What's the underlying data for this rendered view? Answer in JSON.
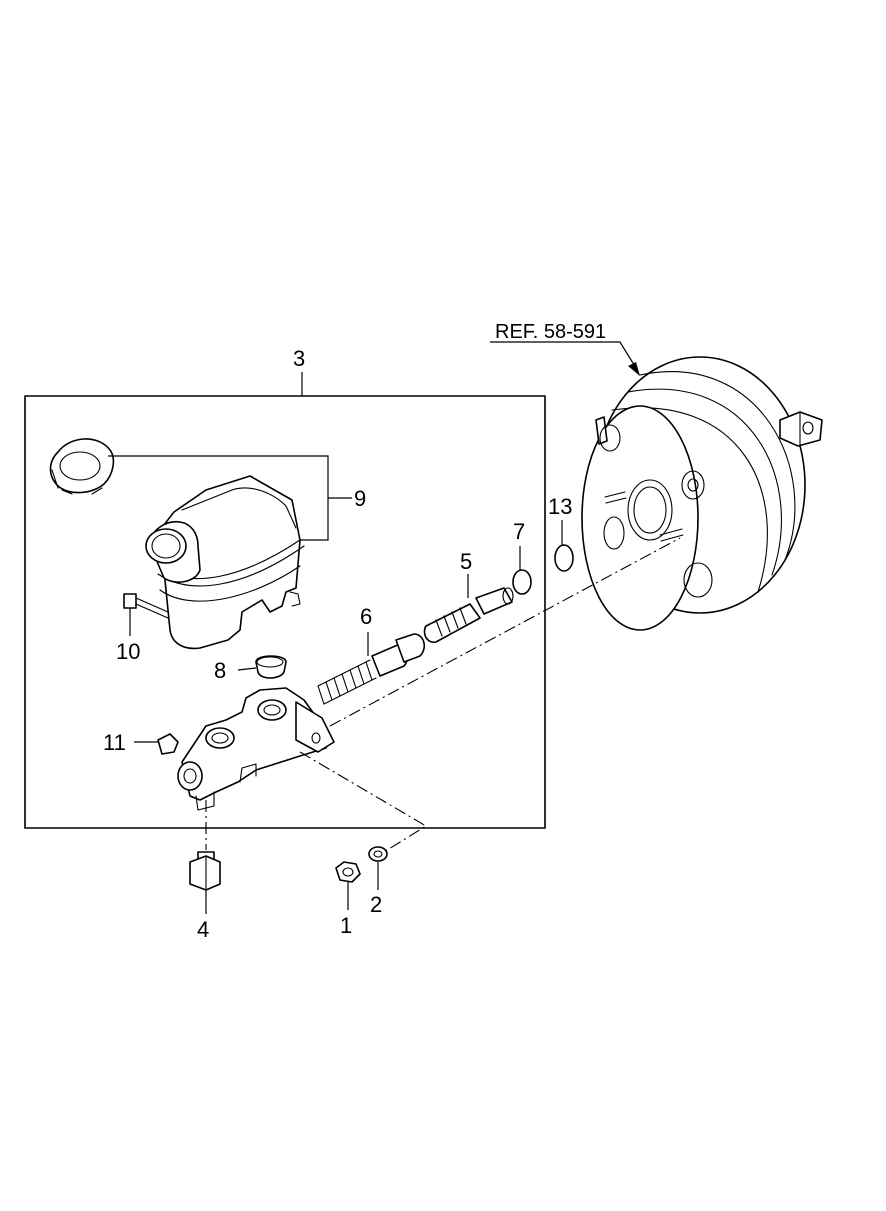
{
  "reference_label": "REF. 58-591",
  "callouts": {
    "c1": "1",
    "c2": "2",
    "c3": "3",
    "c4": "4",
    "c5": "5",
    "c6": "6",
    "c7": "7",
    "c8": "8",
    "c9": "9",
    "c10": "10",
    "c11": "11",
    "c13": "13"
  }
}
